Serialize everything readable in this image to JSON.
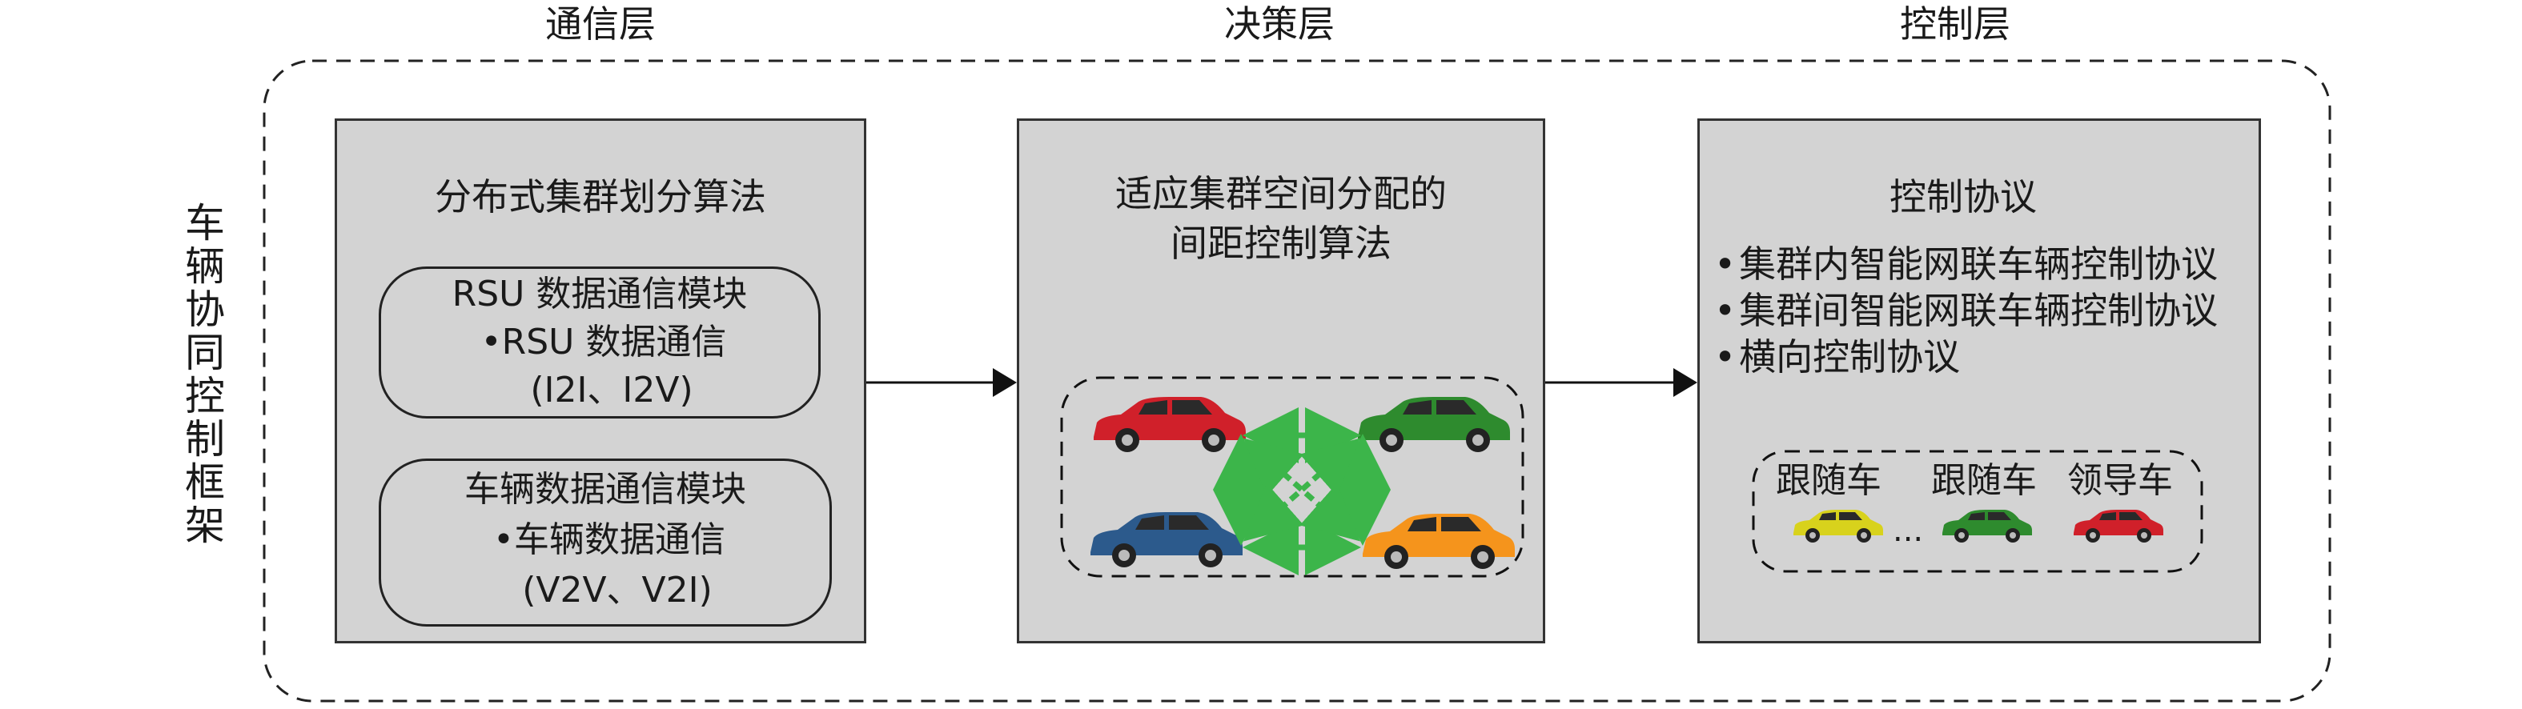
{
  "layers": {
    "communication": "通信层",
    "decision": "决策层",
    "control": "控制层"
  },
  "framework_label": "车辆协同控制框架",
  "communication_panel": {
    "title": "分布式集群划分算法",
    "modules": [
      {
        "line1": "RSU 数据通信模块",
        "line2": "•RSU 数据通信",
        "line3": "(I2I、I2V)"
      },
      {
        "line1": "车辆数据通信模块",
        "line2": "•车辆数据通信",
        "line3": "(V2V、V2I)"
      }
    ]
  },
  "decision_panel": {
    "title_line1": "适应集群空间分配的",
    "title_line2": "间距控制算法"
  },
  "control_panel": {
    "title": "控制协议",
    "bullets": [
      "集群内智能网联车辆控制协议",
      "集群间智能网联车辆控制协议",
      "横向控制协议"
    ],
    "platoon": {
      "follower1": "跟随车",
      "follower2": "跟随车",
      "leader": "领导车",
      "ellipsis": "..."
    }
  },
  "colors": {
    "panel_fill": "#d3d3d3",
    "arrow_green": "#3cb54a",
    "car_red": "#d0202a",
    "car_green": "#2e8b2e",
    "car_blue": "#2c5a8c",
    "car_orange": "#f5941c",
    "car_yellow": "#d8d21c"
  }
}
